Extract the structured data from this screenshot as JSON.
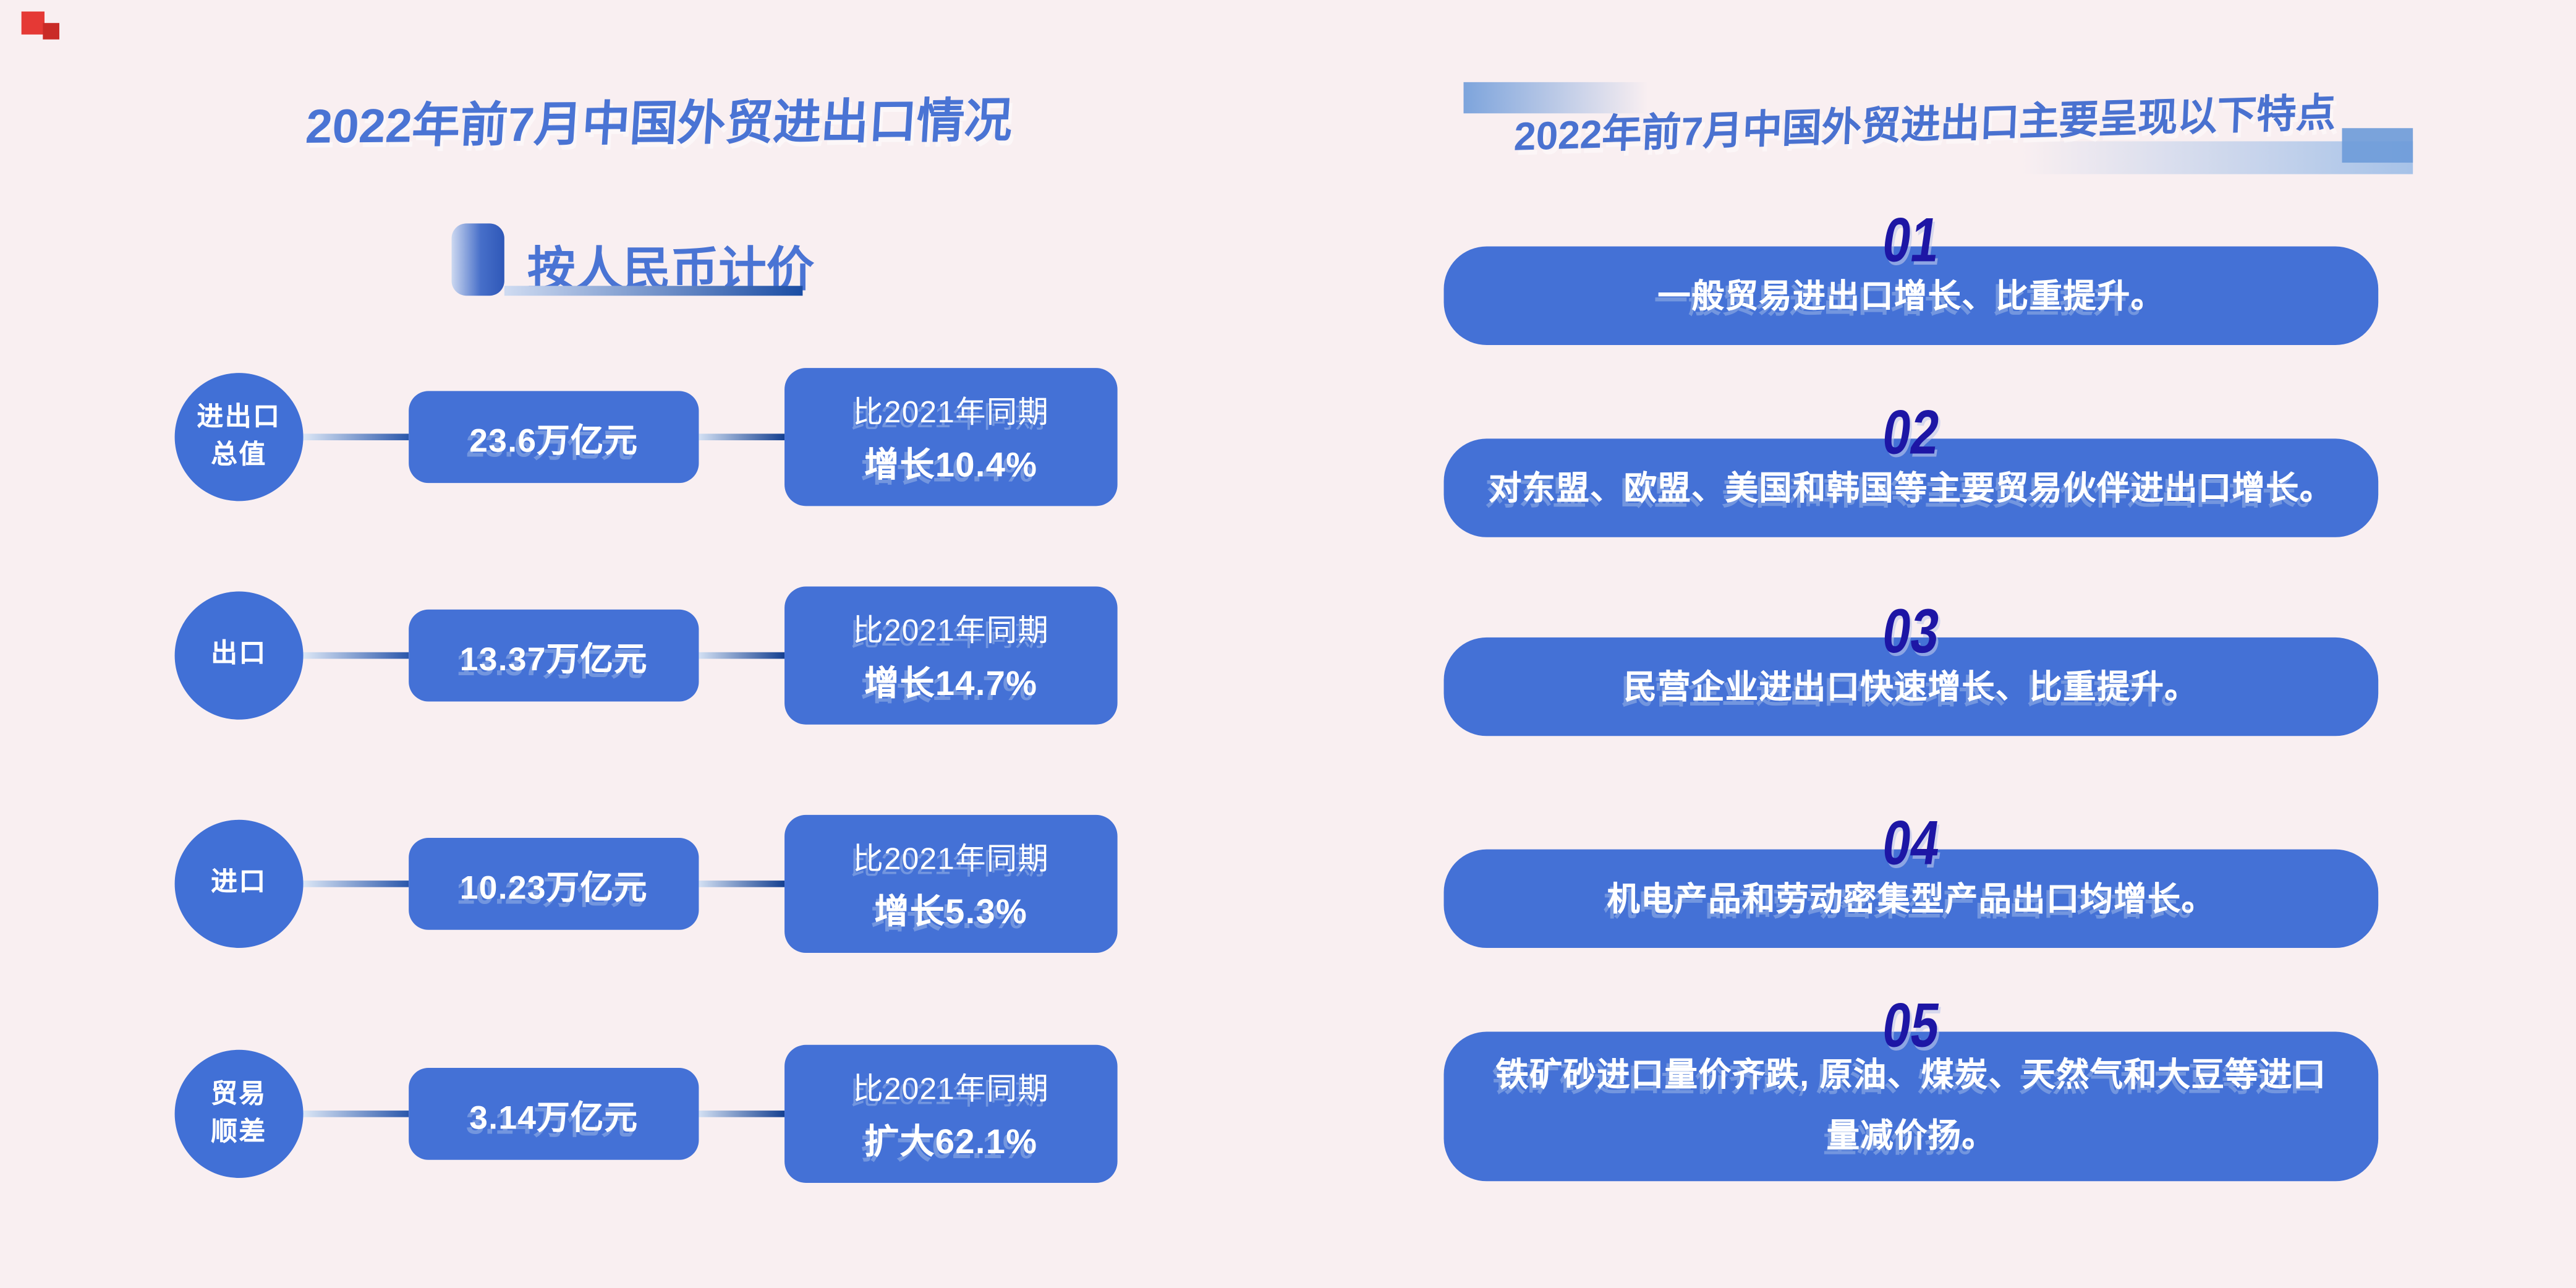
{
  "colors": {
    "background": "#f9eff1",
    "box_blue": "#4471d6",
    "title_blue": "#4a74d4",
    "number_indigo": "#1d16a5",
    "red_accent": "#e53935"
  },
  "left_panel": {
    "title": "2022年前7月中国外贸进出口情况",
    "badge": {
      "label": "按人民币计价"
    },
    "rows": [
      {
        "label_line1": "进出口",
        "label_line2": "总值",
        "value": "23.6万亿元",
        "compare_line1": "比2021年同期",
        "compare_line2": "增长10.4%"
      },
      {
        "label_line1": "出口",
        "label_line2": "",
        "value": "13.37万亿元",
        "compare_line1": "比2021年同期",
        "compare_line2": "增长14.7%"
      },
      {
        "label_line1": "进口",
        "label_line2": "",
        "value": "10.23万亿元",
        "compare_line1": "比2021年同期",
        "compare_line2": "增长5.3%"
      },
      {
        "label_line1": "贸易",
        "label_line2": "顺差",
        "value": "3.14万亿元",
        "compare_line1": "比2021年同期",
        "compare_line2": "扩大62.1%"
      }
    ]
  },
  "right_panel": {
    "title": "2022年前7月中国外贸进出口主要呈现以下特点",
    "items": [
      {
        "number": "01",
        "text": "一般贸易进出口增长、比重提升。",
        "text2": ""
      },
      {
        "number": "02",
        "text": "对东盟、欧盟、美国和韩国等主要贸易伙伴进出口增长。",
        "text2": ""
      },
      {
        "number": "03",
        "text": "民营企业进出口快速增长、比重提升。",
        "text2": ""
      },
      {
        "number": "04",
        "text": "机电产品和劳动密集型产品出口均增长。",
        "text2": ""
      },
      {
        "number": "05",
        "text": "铁矿砂进口量价齐跌, 原油、煤炭、天然气和大豆等进口",
        "text2": "量减价扬。"
      }
    ]
  }
}
